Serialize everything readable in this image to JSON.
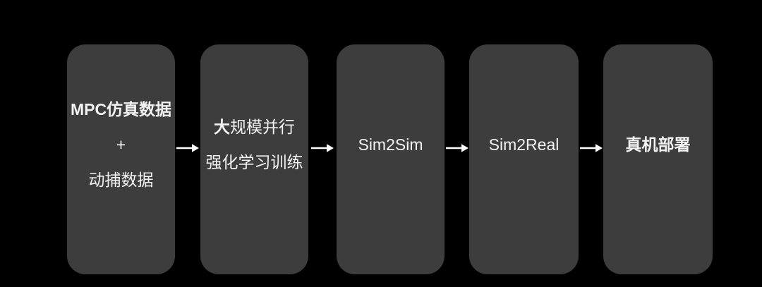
{
  "diagram": {
    "type": "flowchart",
    "direction": "left-to-right",
    "boxes": {
      "data_sources": {
        "line1": "MPC仿真数据",
        "line2": "+",
        "line3": "动捕数据"
      },
      "rl_training": {
        "line1_emph": "大",
        "line1_rest": "规模并行",
        "line2": "强化学习训练"
      },
      "sim2sim": {
        "label": "Sim2Sim"
      },
      "sim2real": {
        "label": "Sim2Real"
      },
      "deployment": {
        "label": "真机部署"
      }
    },
    "arrow_glyph": "→",
    "colors": {
      "background": "#000000",
      "box_fill": "#3d3d3d",
      "text": "#f2f2f2",
      "arrow": "#ffffff"
    }
  }
}
